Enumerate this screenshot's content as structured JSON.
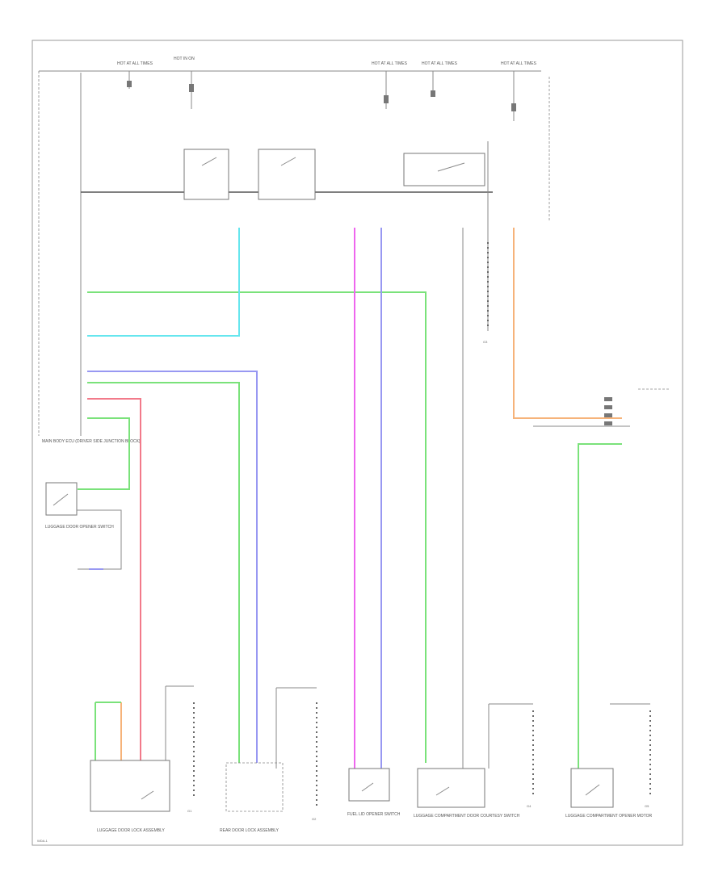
{
  "colors": {
    "green": "#7ae27a",
    "cyan": "#66e6ee",
    "blue": "#9898f2",
    "red": "#f27a8a",
    "magenta": "#ee66ee",
    "orange": "#f6b37a",
    "black": "#8a8a8a"
  },
  "labels": {
    "fuse_group_a": "HOT AT ALL TIMES",
    "fuse_group_b": "HOT IN ON",
    "fuse_group_c": "HOT AT ALL TIMES",
    "fuse_group_d": "HOT AT ALL TIMES",
    "fuse_group_e": "HOT AT ALL TIMES",
    "main_body_ecu": "MAIN BODY ECU (DRIVER SIDE JUNCTION BLOCK)",
    "switch_luggage": "LUGGAGE DOOR OPENER SWITCH",
    "module_luggage_lock": "LUGGAGE DOOR LOCK ASSEMBLY",
    "module_rear_door": "REAR DOOR LOCK ASSEMBLY",
    "module_fuel_lid": "FUEL LID OPENER SWITCH",
    "module_courtesy": "LUGGAGE COMPARTMENT DOOR COURTESY SWITCH",
    "module_back_door": "LUGGAGE COMPARTMENT OPENER MOTOR",
    "ground_a": "G1",
    "ground_b": "G2",
    "ground_c": "G3",
    "ground_d": "G4",
    "ground_e": "G5",
    "page_ref": "WDA-1"
  }
}
